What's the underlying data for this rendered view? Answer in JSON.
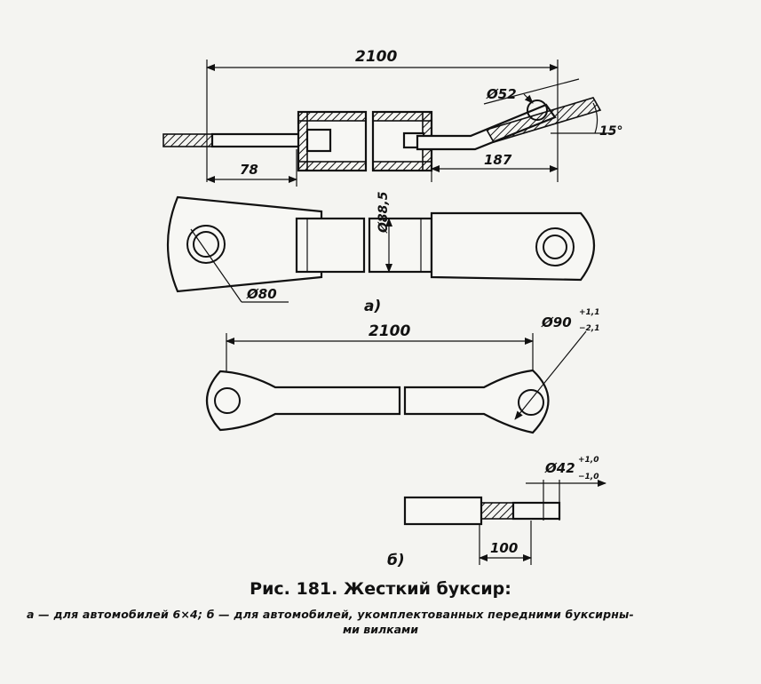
{
  "view_a": {
    "label": "а)",
    "dims": {
      "overall_length": "2100",
      "pin_diameter": "Ø52",
      "angle": "15°",
      "left_offset": "78",
      "right_offset": "187",
      "tube_diameter": "Ø88,5",
      "eye_diameter": "Ø80"
    }
  },
  "view_b": {
    "label": "б)",
    "dims": {
      "overall_length": "2100",
      "eye_diameter": "Ø90",
      "eye_tol_upper": "+1,1",
      "eye_tol_lower": "−2,1",
      "rod_diameter": "Ø42",
      "rod_tol_upper": "+1,0",
      "rod_tol_lower": "−1,0",
      "end_length": "100"
    }
  },
  "caption": {
    "title": "Рис. 181. Жесткий буксир:",
    "line1": "а — для автомобилей 6×4; б — для автомобилей, укомплектованных передними буксирны-",
    "line2": "ми вилками"
  }
}
